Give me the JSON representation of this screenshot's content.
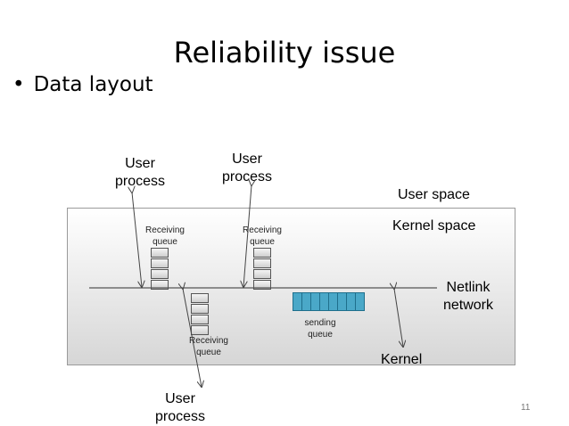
{
  "slide": {
    "title": "Reliability issue",
    "bullet": "Data layout",
    "page_number": "11"
  },
  "labels": {
    "user_process_1": "User process",
    "user_process_2": "User process",
    "user_process_3": "User process",
    "user_space": "User space",
    "kernel_space": "Kernel space",
    "netlink_network": "Netlink network",
    "kernel": "Kernel",
    "receiving_queue_1": "Receiving queue",
    "receiving_queue_2": "Receiving queue",
    "receiving_queue_3": "Receiving queue",
    "sending_queue": "sending queue"
  },
  "colors": {
    "sending_queue_fill": "#4aa8c8",
    "kernel_box_border": "#9a9a9a"
  }
}
